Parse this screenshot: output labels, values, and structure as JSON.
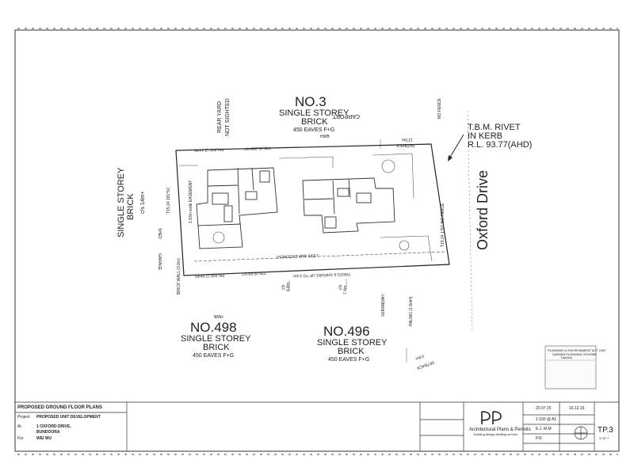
{
  "plan": {
    "no3": {
      "title": "NO.3",
      "line1": "SINGLE STOREY",
      "line2": "BRICK",
      "line3": "450 EAVES F+G"
    },
    "no498": {
      "title": "NO.498",
      "line1": "SINGLE STOREY",
      "line2": "BRICK",
      "line3": "450 EAVES F+G"
    },
    "no496": {
      "title": "NO.496",
      "line1": "SINGLE STOREY",
      "line2": "BRICK",
      "line3": "450 EAVES F+G"
    },
    "west": {
      "line1": "SINGLE STOREY",
      "line2": "BRICK",
      "line3": "c/s 14m+"
    },
    "street": "Oxford Drive",
    "tbm": {
      "line1": "T.B.M. RIVET",
      "line2": "IN KERB",
      "line3": "R.L. 93.77(AHD)"
    },
    "labels": {
      "rear_yard": "REAR YARD",
      "not_sighted": "NOT SIGHTED",
      "carport": "CARPORT",
      "setback_top": "SETBACK",
      "setback_top_val": "12.5m",
      "no_fence_top": "NO FENCE",
      "hwb": "HWB",
      "shed": "SHED",
      "garage": "GARAGE",
      "brick_wall": "BRICK WALL (3.0m)",
      "easement_left": "1.83m wide EASEMENT",
      "easement_bottom": "1.83m wide EASEMENT",
      "bearing_top": "T35.15  289°47'",
      "bearing_bottom": "T35.05  89°47'",
      "bearing_left": "T15.24  181°51'",
      "bearing_right": "T15.24  1°51'  NO FENCE",
      "paling_top": "PALING (2.1mH)",
      "paling_bottom": "PALING (2.0mH)",
      "trees": "TREES & SHRUBS UP TO 3.4m",
      "verandah": "VERANDAH",
      "paling_right": "PALING (1.8mH)",
      "setback_bottom": "SETBACK",
      "setback_bottom_val": "3.9m",
      "cs_68": "6.8m",
      "cs_74": "7.4m",
      "cs_label": "c/s",
      "hwb_bottom": "HWB"
    }
  },
  "title_strip": {
    "heading": "PROPOSED GROUND FLOOR PLANS",
    "project_label": "Project",
    "project": "PROPOSED UNIT DEVELOPMENT",
    "at_label": "At",
    "address1": "1 OXFORD DRIVE,",
    "address2": "BUNDOORA",
    "for_label": "For",
    "client": "WEI WU",
    "company": "Architectural Plans & Permits",
    "company_sub": "building design drafting service",
    "date1": "20.07.15",
    "date2": "16.12.16",
    "scale": "1:100 @ A1",
    "drawn": "E.J. M.M",
    "checked": "P.R",
    "sheet": "TP.3",
    "sheet_of": "3 OF 7"
  },
  "stamp": {
    "title": "PLANNING & ENVIRONMENT ACT 1987",
    "sub": "DARWIN PLANNING SCHEME",
    "council": "Darebin"
  }
}
